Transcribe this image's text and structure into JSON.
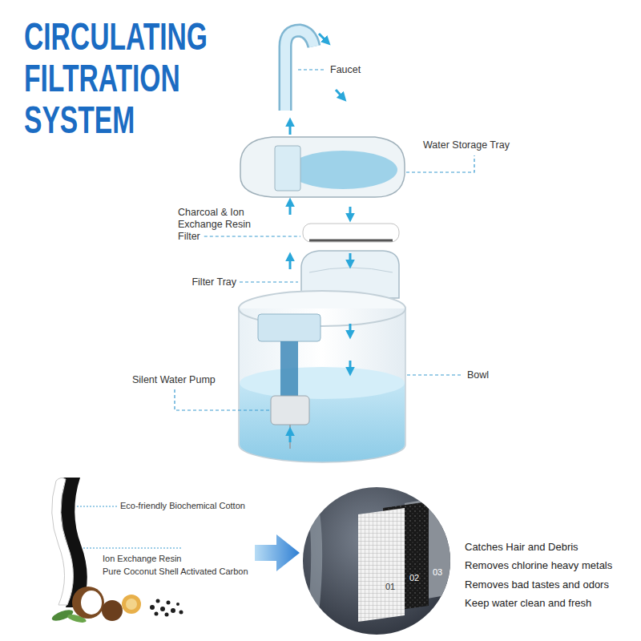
{
  "diagram": {
    "title": "CIRCULATING FILTRATION SYSTEM",
    "labels": [
      "Faucet",
      "Water Storage Tray",
      "Charcoal & Ion Exchange Resin Filter",
      "Filter Tray",
      "Silent Water Pump",
      "Bowl",
      "Eco-friendly Biochemical Cotton",
      "Ion Exchange Resin",
      "Pure Coconut Shell Activated Carbon",
      "01",
      "02",
      "03",
      "Catches Hair and Debris",
      "Removes chlorine heavy metals",
      "Removes bad tastes and odors",
      "Keep water clean and fresh"
    ]
  }
}
